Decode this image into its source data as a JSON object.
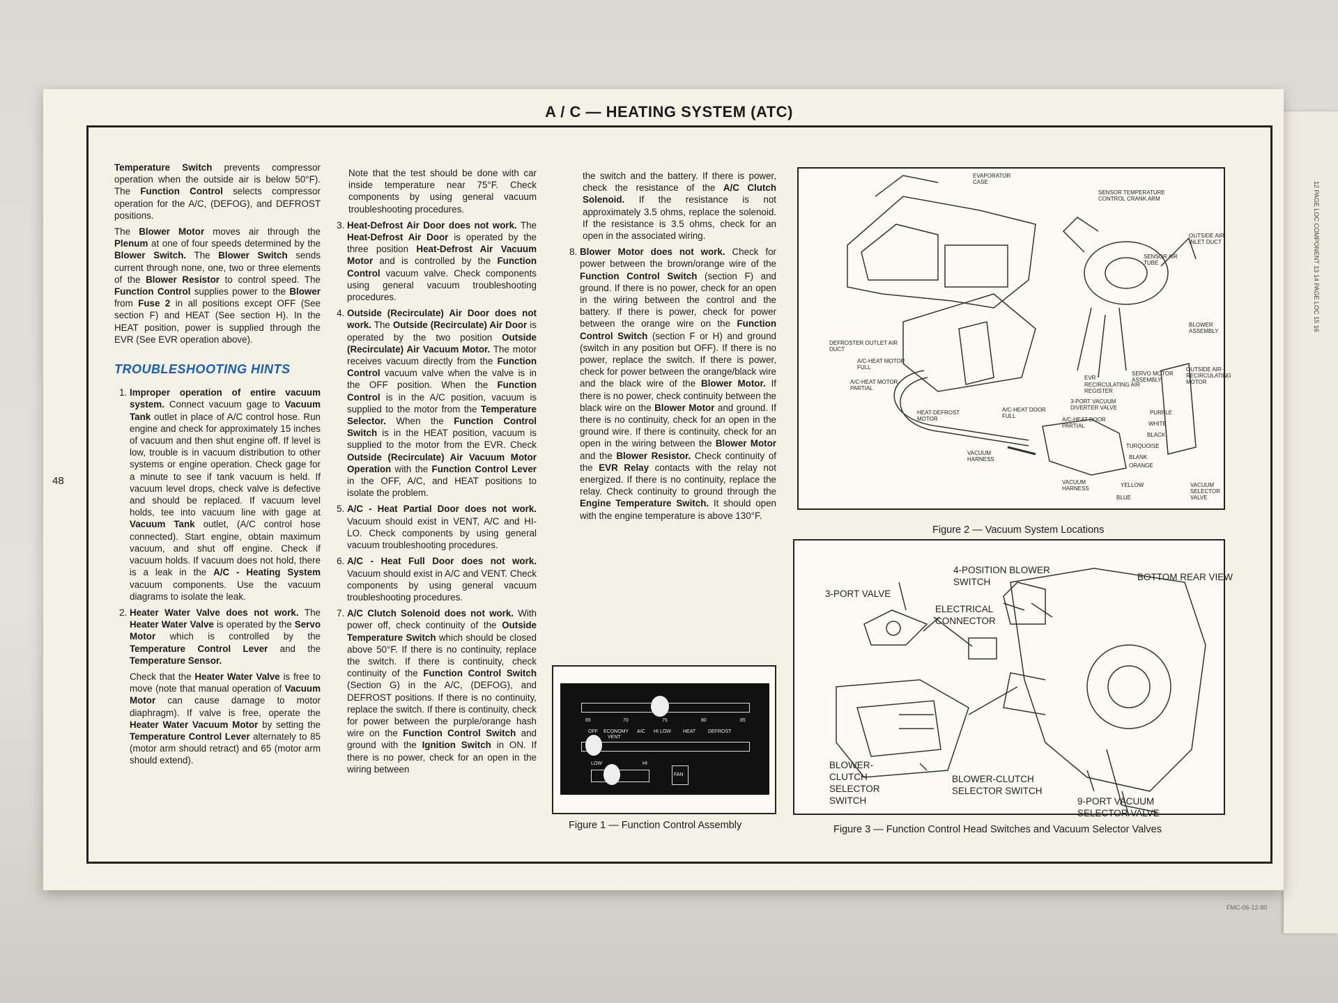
{
  "header": {
    "title": "A / C — HEATING SYSTEM (ATC)",
    "page_number": "48",
    "footer_code": "FMC-06-12-80"
  },
  "col1": {
    "p1_b1": "Temperature Switch",
    "p1_t1": " prevents compressor operation when the outside air is below 50°F).  The ",
    "p1_b2": "Function Control",
    "p1_t2": " selects compressor operation for the A/C, (DEFOG), and DEFROST positions.",
    "p2_t0": "The ",
    "p2_b1": "Blower Motor",
    "p2_t1": " moves air through the ",
    "p2_b2": "Plenum",
    "p2_t2": " at one of four speeds determined by the ",
    "p2_b3": "Blower Switch.",
    "p2_t3": "  The ",
    "p2_b4": "Blower Switch",
    "p2_t4": " sends current through none, one, two or three elements of the ",
    "p2_b5": "Blower Resistor",
    "p2_t5": " to control speed.  The ",
    "p2_b6": "Function Control",
    "p2_t6": " supplies power to the ",
    "p2_b7": "Blower",
    "p2_t7": " from ",
    "p2_b8": "Fuse 2",
    "p2_t8": " in all positions except OFF (See section F) and HEAT (See section H).  In the HEAT position, power is supplied through the EVR  (See EVR operation above).",
    "th_title": "TROUBLESHOOTING HINTS",
    "i1_b": "Improper operation of entire vacuum system.",
    "i1_t1": " Connect vacuum gage to ",
    "i1_b2": "Vacuum Tank",
    "i1_t2": " outlet in place of A/C control hose.  Run engine and check for approximately 15 inches of vacuum and then shut engine off.  If level is low, trouble is in vacuum distribution to other systems or engine operation.  Check gage for a minute to see if tank vacuum is held.  If vacuum level drops, check valve is defective and should be replaced.  If vacuum level holds, tee into vacuum line with gage at ",
    "i1_b3": "Vacuum Tank",
    "i1_t3": " outlet, (A/C control hose connected).  Start engine, obtain maximum vacuum, and shut off engine.  Check if vacuum holds.  If vacuum does not hold, there is a leak in the ",
    "i1_b4": "A/C - Heating System",
    "i1_t4": " vacuum components.  Use the vacuum diagrams to isolate the leak.",
    "i2_b": "Heater Water Valve does not work.",
    "i2_t1": " The ",
    "i2_b2": "Heater Water Valve",
    "i2_t2": " is operated by the ",
    "i2_b3": "Servo Motor",
    "i2_t3": " which is controlled by the ",
    "i2_b4": "Temperature Control Lever",
    "i2_t4": " and the ",
    "i2_b5": "Temperature Sensor.",
    "i2p_t0": "Check that the ",
    "i2p_b1": "Heater Water Valve",
    "i2p_t1": " is free to move (note that manual operation of ",
    "i2p_b2": "Vacuum Motor",
    "i2p_t2": " can cause damage to motor diaphragm).  If valve is free, operate the ",
    "i2p_b3": "Heater Water Vacuum Motor",
    "i2p_t3": " by setting the ",
    "i2p_b4": "Temperature Control Lever",
    "i2p_t4": " alternately to 85 (motor arm should retract) and 65 (motor arm should extend)."
  },
  "col2": {
    "note": "Note that the test should be done with car inside temperature near 75°F.  Check components by using general vacuum troubleshooting procedures.",
    "i3_b": "Heat-Defrost Air Door does not work.",
    "i3_t1": " The ",
    "i3_b2": "Heat-Defrost Air Door",
    "i3_t2": " is operated by the three position ",
    "i3_b3": "Heat-Defrost Air Vacuum Motor",
    "i3_t3": " and is controlled by the ",
    "i3_b4": "Function Control",
    "i3_t4": " vacuum valve.  Check components using general vacuum troubleshooting procedures.",
    "i4_b": "Outside (Recirculate) Air Door does not work.",
    "i4_t1": "  The ",
    "i4_b2": "Outside (Recirculate) Air Door",
    "i4_t2": " is operated by the two position ",
    "i4_b3": "Outside (Recirculate) Air Vacuum Motor.",
    "i4_t3": " The motor receives vacuum directly from the ",
    "i4_b4": "Function Control",
    "i4_t4": " vacuum valve when the valve is in the OFF position.  When the ",
    "i4_b5": "Function Control",
    "i4_t5": " is in the A/C position, vacuum is supplied to the motor from the ",
    "i4_b6": "Temperature Selector.",
    "i4_t6": " When the ",
    "i4_b7": "Function Control Switch",
    "i4_t7": " is in the HEAT position, vacuum is supplied to the motor from the EVR.  Check ",
    "i4_b8": "Outside (Recirculate) Air Vacuum Motor Operation",
    "i4_t8": " with the ",
    "i4_b9": "Function Control Lever",
    "i4_t9": " in the OFF, A/C, and HEAT positions to isolate the problem.",
    "i5_b": "A/C - Heat Partial Door does not work.",
    "i5_t1": " Vacuum should exist in VENT, A/C and HI-LO.  Check components by using general vacuum troubleshooting procedures.",
    "i6_b": "A/C - Heat Full Door does not work.",
    "i6_t1": " Vacuum should exist in A/C and VENT. Check components by using general vacuum troubleshooting procedures.",
    "i7_b": "A/C Clutch Solenoid does not work.",
    "i7_t1": " With power off, check continuity of the ",
    "i7_b2": "Outside Temperature Switch",
    "i7_t2": " which should be closed above 50°F.  If there is no continuity, replace the switch.  If there is continuity, check continuity of the ",
    "i7_b3": "Function Control Switch",
    "i7_t3": " (Section G) in the A/C, (DEFOG), and DEFROST positions.  If there is no continuity, replace the switch.  If there is continuity, check for power between the purple/orange hash wire on the ",
    "i7_b4": "Function Control Switch",
    "i7_t4": " and ground with the ",
    "i7_b5": "Ignition Switch",
    "i7_t5": " in ON.  If there is no power, check for an open in the wiring between"
  },
  "col3": {
    "c_t1": "the switch and the battery.  If there is power, check the resistance of the ",
    "c_b1": "A/C Clutch Solenoid.",
    "c_t2": "  If the resistance is not approximately 3.5 ohms, replace the solenoid.  If the resistance is 3.5 ohms, check for an open in the associated wiring.",
    "i8_b": "Blower Motor does not work.",
    "i8_t1": " Check for power between the brown/orange wire of the ",
    "i8_b2": "Function Control Switch",
    "i8_t2": " (section F) and ground.  If there is no power, check for an open in the wiring between the control and the battery.  If there is power, check for power between the orange wire on the ",
    "i8_b3": "Function Control Switch",
    "i8_t3": " (section F or H) and ground (switch in any position but OFF).  If there is no power, replace the switch.  If there is power, check for power between the orange/black wire and the black wire of the ",
    "i8_b4": "Blower Motor.",
    "i8_t4": " If there is no power, check continuity between the black wire on the ",
    "i8_b5": "Blower Motor",
    "i8_t5": " and ground.  If there is no continuity, check for an open in the ground wire.  If there is continuity, check for an open in the wiring between the ",
    "i8_b6": "Blower Motor",
    "i8_t6": " and the ",
    "i8_b7": "Blower Resistor.",
    "i8_t7": "  Check continuity of the ",
    "i8_b8": "EVR Relay",
    "i8_t8": " contacts with the relay not energized.  If there is no continuity, replace the relay.  Check continuity to ground through the ",
    "i8_b9": "Engine Temperature Switch.",
    "i8_t9": "  It should open with the engine temperature is above 130°F."
  },
  "fig1": {
    "caption": "Figure 1 — Function Control Assembly",
    "scale": [
      "65",
      "70",
      "75",
      "80",
      "85"
    ],
    "modes": [
      "OFF",
      "ECONOMY",
      "A/C",
      "HI LOW",
      "HEAT",
      "DEFROST"
    ],
    "vent": "VENT",
    "low": "LOW",
    "hi": "HI",
    "fan": "FAN"
  },
  "fig2": {
    "caption": "Figure 2 — Vacuum System Locations",
    "labels": {
      "evap": "EVAPORATOR CASE",
      "sensor": "SENSOR TEMPERATURE CONTROL CRANK ARM",
      "outside": "OUTSIDE AIR INLET DUCT",
      "sensor_tube": "SENSOR AIR TUBE",
      "blower": "BLOWER ASSEMBLY",
      "defroster": "DEFROSTER OUTLET AIR DUCT",
      "ac_full": "A/C-HEAT MOTOR FULL",
      "ac_partial": "A/C-HEAT MOTOR PARTIAL",
      "evr": "EVR",
      "recirc_reg": "RECIRCULATING AIR REGISTER",
      "servo": "SERVO MOTOR ASSEMBLY",
      "outside_recirc": "OUTSIDE AIR-RECIRCULATING MOTOR",
      "three_port": "3-PORT VACUUM DIVERTER VALVE",
      "heat_defrost": "HEAT-DEFROST MOTOR",
      "door_full": "A/C-HEAT DOOR FULL",
      "door_partial": "A/C-HEAT DOOR PARTIAL",
      "harness1": "VACUUM HARNESS",
      "harness2": "VACUUM HARNESS",
      "purple": "PURPLE",
      "white": "WHITE",
      "black": "BLACK",
      "turquoise": "TURQUOISE",
      "blank": "BLANK",
      "orange": "ORANGE",
      "yellow": "YELLOW",
      "blue": "BLUE",
      "selector": "VACUUM SELECTOR VALVE"
    }
  },
  "fig3": {
    "caption": "Figure 3 — Function Control Head Switches and Vacuum Selector Valves",
    "labels": {
      "four_pos": "4-POSITION BLOWER SWITCH",
      "bottom_rear": "BOTTOM REAR VIEW",
      "three_port": "3-PORT VALVE",
      "electrical": "ELECTRICAL CONNECTOR",
      "blower_clutch_a": "BLOWER-CLUTCH SELECTOR SWITCH",
      "blower_clutch_b": "BLOWER-CLUTCH SELECTOR SWITCH",
      "nine_port": "9-PORT VACUUM SELECTOR VALVE"
    }
  },
  "ruler": {
    "text": "12  PAGE LOC  COMPONENT  13  14  PAGE LOC  15  16"
  }
}
